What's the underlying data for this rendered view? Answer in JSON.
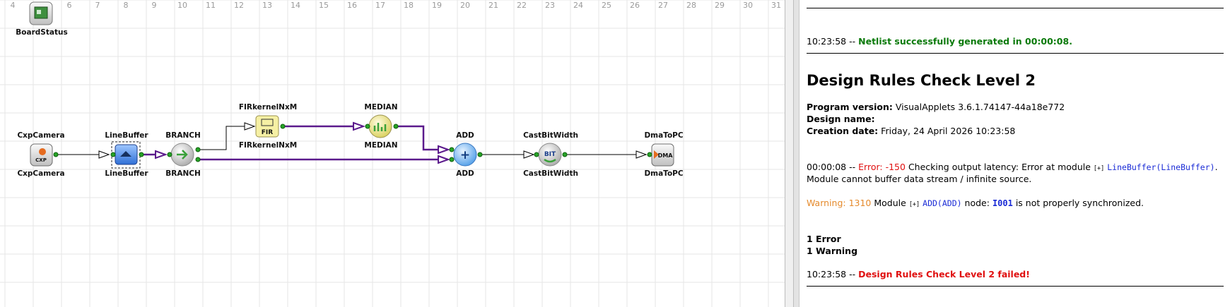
{
  "canvas": {
    "ruler_start": 4,
    "ruler_end": 31,
    "modules": {
      "boardstatus": {
        "label": "BoardStatus"
      },
      "cxpcamera": {
        "top": "CxpCamera",
        "bottom": "CxpCamera",
        "icon_text": "CXP"
      },
      "linebuffer": {
        "top": "LineBuffer",
        "bottom": "LineBuffer"
      },
      "branch": {
        "top": "BRANCH",
        "bottom": "BRANCH"
      },
      "fir": {
        "top": "FIRkernelNxM",
        "bottom": "FIRkernelNxM",
        "icon_text": "FIR"
      },
      "median": {
        "top": "MEDIAN",
        "bottom": "MEDIAN"
      },
      "add": {
        "top": "ADD",
        "bottom": "ADD",
        "icon_text": "+"
      },
      "castbitwidth": {
        "top": "CastBitWidth",
        "bottom": "CastBitWidth",
        "icon_text": "BIT"
      },
      "dmatopc": {
        "top": "DmaToPC",
        "bottom": "DmaToPC",
        "icon_text": "DMA"
      }
    },
    "colors": {
      "grid": "#e6e6e6",
      "thick_link": "#5b1a8c",
      "thin_link": "#000000",
      "port": "#27a327"
    }
  },
  "log": {
    "netlist": {
      "time": "10:23:58",
      "sep": "--",
      "message": "Netlist successfully generated in 00:00:08."
    },
    "drc_title": "Design Rules Check Level 2",
    "program_version": {
      "label": "Program version:",
      "value": "VisualApplets 3.6.1.74147-44a18e772"
    },
    "design_name": {
      "label": "Design name:",
      "value": ""
    },
    "creation_date": {
      "label": "Creation date:",
      "value": "Friday, 24 April 2026 10:23:58"
    },
    "error": {
      "time": "00:00:08",
      "sep": "--",
      "label": "Error: -150",
      "text": "Checking output latency: Error at module",
      "expander": "[+]",
      "module_link": "LineBuffer(LineBuffer)",
      "period": ".",
      "line2": "Module cannot buffer data stream / infinite source."
    },
    "warning": {
      "label": "Warning: 1310",
      "text1": "Module",
      "expander": "[+]",
      "module_link": "ADD(ADD)",
      "text2": "node:",
      "node": "I001",
      "text3": "is not properly synchronized."
    },
    "summary_errors": "1 Error",
    "summary_warnings": "1 Warning",
    "final": {
      "time": "10:23:58",
      "sep": "--",
      "message": "Design Rules Check Level 2 failed!"
    },
    "colors": {
      "success": "#0a7a0a",
      "error": "#e01010",
      "warning": "#e58a2c",
      "link": "#1a2bd6"
    }
  }
}
